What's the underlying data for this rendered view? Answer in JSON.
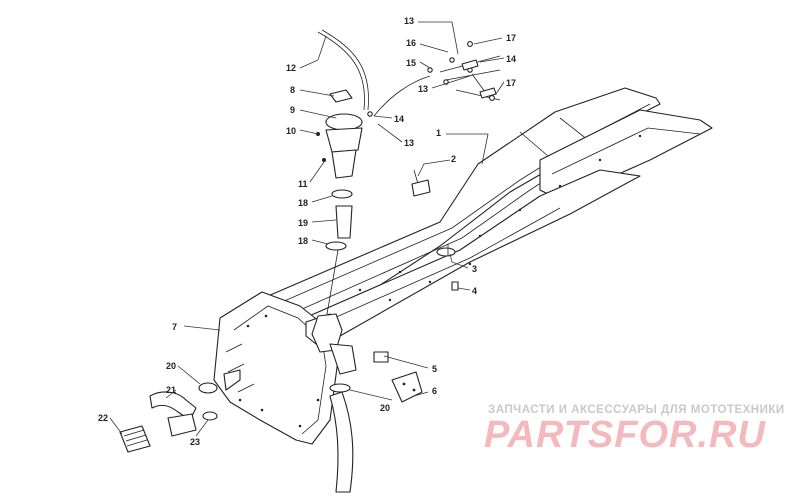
{
  "callouts": [
    {
      "id": "c1",
      "text": "1"
    },
    {
      "id": "c2",
      "text": "2"
    },
    {
      "id": "c3",
      "text": "3"
    },
    {
      "id": "c4",
      "text": "4"
    },
    {
      "id": "c5",
      "text": "5"
    },
    {
      "id": "c6",
      "text": "6"
    },
    {
      "id": "c7",
      "text": "7"
    },
    {
      "id": "c8",
      "text": "8"
    },
    {
      "id": "c9",
      "text": "9"
    },
    {
      "id": "c10",
      "text": "10"
    },
    {
      "id": "c11",
      "text": "11"
    },
    {
      "id": "c12",
      "text": "12"
    },
    {
      "id": "c13a",
      "text": "13"
    },
    {
      "id": "c13b",
      "text": "13"
    },
    {
      "id": "c13c",
      "text": "13"
    },
    {
      "id": "c14a",
      "text": "14"
    },
    {
      "id": "c14b",
      "text": "14"
    },
    {
      "id": "c15",
      "text": "15"
    },
    {
      "id": "c16",
      "text": "16"
    },
    {
      "id": "c17a",
      "text": "17"
    },
    {
      "id": "c17b",
      "text": "17"
    },
    {
      "id": "c18a",
      "text": "18"
    },
    {
      "id": "c18b",
      "text": "18"
    },
    {
      "id": "c19",
      "text": "19"
    },
    {
      "id": "c20a",
      "text": "20"
    },
    {
      "id": "c20b",
      "text": "20"
    },
    {
      "id": "c21",
      "text": "21"
    },
    {
      "id": "c22",
      "text": "22"
    },
    {
      "id": "c23",
      "text": "23"
    }
  ],
  "watermark": {
    "tagline": "ЗАПЧАСТИ И АКСЕССУАРЫ ДЛЯ МОТОТЕХНИКИ",
    "logo": "PARTSFOR.RU"
  },
  "colors": {
    "line": "#222222",
    "watermark_logo": "#f3b9bd",
    "watermark_text": "#c9c9c9"
  }
}
